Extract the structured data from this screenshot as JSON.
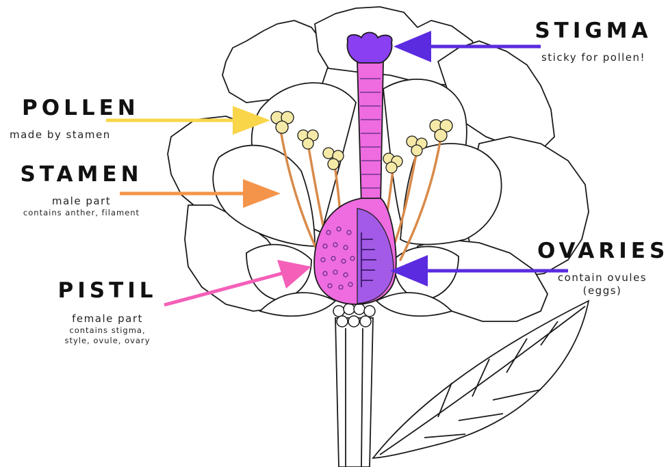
{
  "labels": {
    "pollen": {
      "title": "POLLEN",
      "sub": "made by stamen"
    },
    "stamen": {
      "title": "STAMEN",
      "sub": "male part",
      "detail": "contains anther, filament"
    },
    "pistil": {
      "title": "PISTIL",
      "sub": "female part",
      "detail_line1": "contains stigma,",
      "detail_line2": "style, ovule, ovary"
    },
    "stigma": {
      "title": "STIGMA",
      "sub": "sticky for pollen!"
    },
    "ovaries": {
      "title": "OVARIES",
      "sub_line1": "contain ovules",
      "sub_line2": "(eggs)"
    }
  },
  "colors": {
    "pollen_arrow": "#f9d54a",
    "stamen_arrow": "#f4944a",
    "pistil_arrow": "#f45fb8",
    "stigma_arrow": "#5b2be0",
    "ovaries_arrow": "#5b2be0",
    "pistil_fill": "#ee6be0",
    "ovary_half": "#a35ae6",
    "stigma_fill": "#8a3ff0",
    "anther_fill": "#f5e9a8",
    "filament": "#d98a4a",
    "outline": "#1a1a1a"
  }
}
